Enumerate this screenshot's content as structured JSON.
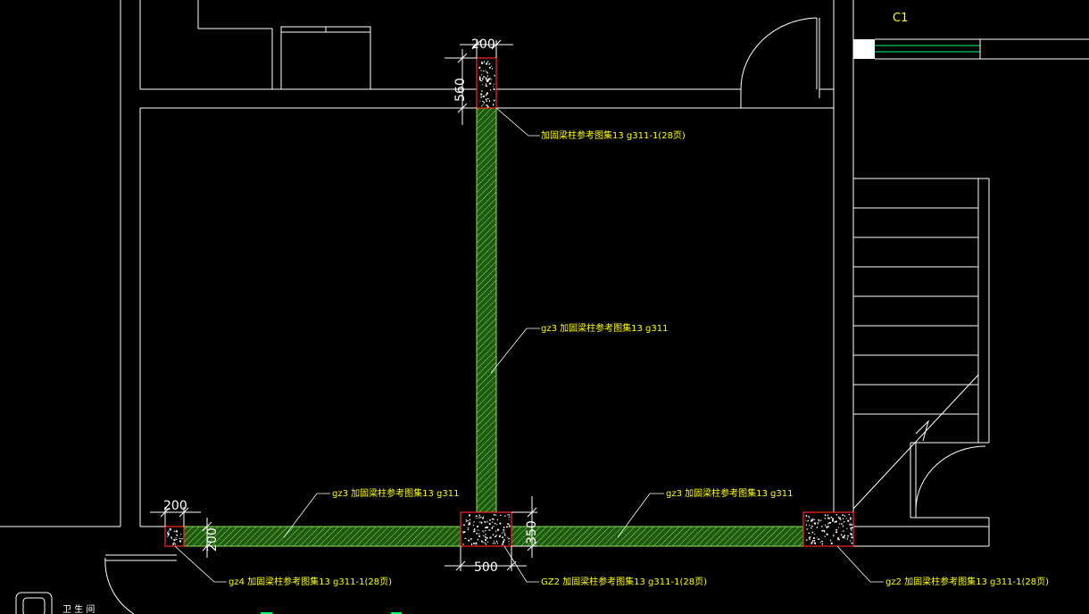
{
  "colors": {
    "background": "#000000",
    "wall_line": "#ffffff",
    "beam_fill": "#1f5a12",
    "beam_hatch": "#8fe05a",
    "column_border": "#ff2a2a",
    "annotation": "#ffff00",
    "leader": "#ffffff",
    "window_line": "#00ff66"
  },
  "labels": {
    "window_tag": "C1",
    "dim_top_width": "200",
    "dim_top_height": "560",
    "dim_left_width": "200",
    "dim_left_height": "200",
    "dim_mid_width": "500",
    "dim_mid_height": "350",
    "note_top_column": "加固梁柱参考图集13 g311-1(28页)",
    "note_vertical_beam": "gz3 加固梁柱参考图集13 g311",
    "note_left_beam": "gz3 加固梁柱参考图集13 g311",
    "note_right_beam": "gz3 加固梁柱参考图集13 g311",
    "note_gz4": "gz4 加固梁柱参考图集13 g311-1(28页)",
    "note_gz2_mid": "GZ2 加固梁柱参考图集13 g311-1(28页)",
    "note_gz2_right": "gz2 加固梁柱参考图集13 g311-1(28页)",
    "room_label": "卫 生 间"
  }
}
